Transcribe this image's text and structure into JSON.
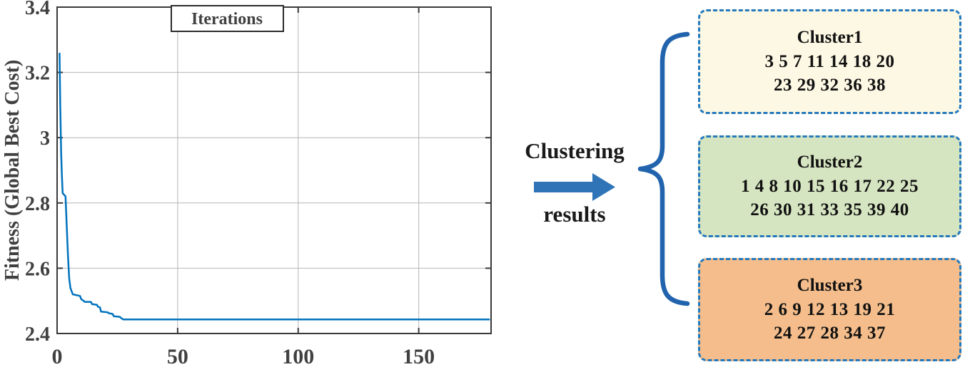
{
  "chart_data": {
    "type": "line",
    "title": "",
    "legend": [
      "Iterations"
    ],
    "xlabel": "",
    "ylabel": "Fitness (Global Best Cost)",
    "xlim": [
      0,
      180
    ],
    "ylim": [
      2.4,
      3.4
    ],
    "xticks": [
      0,
      50,
      100,
      150
    ],
    "xtick_labels": [
      "0",
      "50",
      "100",
      "150"
    ],
    "yticks": [
      2.4,
      2.6,
      2.8,
      3.0,
      3.2,
      3.4
    ],
    "ytick_labels": [
      "2.4",
      "2.6",
      "2.8",
      "3",
      "3.2",
      "3.4"
    ],
    "grid": true,
    "legend_position": "north",
    "line_color": "#0072bd",
    "grid_color": "#b5b5b5",
    "axis_color": "#3a3a3a",
    "label_color": "#404040",
    "series": [
      {
        "name": "Iterations",
        "points": [
          [
            1,
            3.26
          ],
          [
            1.3,
            3.1
          ],
          [
            1.7,
            2.95
          ],
          [
            2,
            2.88
          ],
          [
            2.3,
            2.83
          ],
          [
            3.5,
            2.82
          ],
          [
            4,
            2.73
          ],
          [
            4.5,
            2.64
          ],
          [
            5,
            2.57
          ],
          [
            5.5,
            2.54
          ],
          [
            6.5,
            2.52
          ],
          [
            9.5,
            2.515
          ],
          [
            10,
            2.505
          ],
          [
            11,
            2.5
          ],
          [
            11.5,
            2.497
          ],
          [
            14,
            2.497
          ],
          [
            14.5,
            2.49
          ],
          [
            16.5,
            2.488
          ],
          [
            17,
            2.482
          ],
          [
            17.8,
            2.48
          ],
          [
            18.2,
            2.467
          ],
          [
            21,
            2.465
          ],
          [
            21.5,
            2.462
          ],
          [
            23,
            2.46
          ],
          [
            23.5,
            2.453
          ],
          [
            26,
            2.451
          ],
          [
            26.8,
            2.446
          ],
          [
            27.5,
            2.443
          ],
          [
            179.5,
            2.443
          ]
        ]
      }
    ]
  },
  "middle": {
    "label_top": "Clustering",
    "label_bottom": "results",
    "arrow_color": "#2e74b6",
    "brace_color": "#2163ac"
  },
  "clusters": [
    {
      "title": "Cluster1",
      "line1": "3 5 7 11 14 18 20",
      "line2": "23 29 32 36 38",
      "bg": "#fdf8e4",
      "border": "#2479bd"
    },
    {
      "title": "Cluster2",
      "line1": "1 4 8 10 15 16 17 22 25",
      "line2": "26 30 31 33 35 39 40",
      "bg": "#d6e5c1",
      "border": "#2479bd"
    },
    {
      "title": "Cluster3",
      "line1": "2 6 9 12 13 19 21",
      "line2": "24 27 28 34 37",
      "bg": "#f4bd8b",
      "border": "#2479bd"
    }
  ]
}
